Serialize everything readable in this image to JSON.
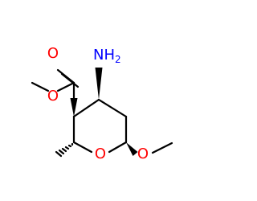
{
  "molecule": {
    "colors": {
      "bond": "#000000",
      "oxygen": "#ff0000",
      "nitrogen": "#0000ff"
    },
    "labels": {
      "carbonyl_oxygen": "O",
      "ester_oxygen": "O",
      "ring_oxygen": "O",
      "methoxy_oxygen": "O",
      "amino_n": "NH",
      "amino_sub": "2"
    }
  }
}
